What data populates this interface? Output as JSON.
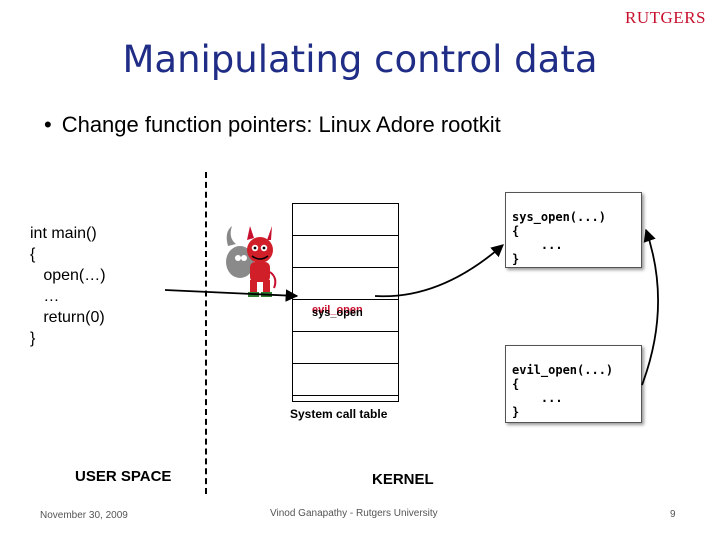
{
  "logo": "RUTGERS",
  "title": "Manipulating control data",
  "bullet": "Change function pointers: Linux Adore rootkit",
  "main_code": "int main()\n{\n   open(…)\n   …\n   return(0)\n}",
  "sys_open_box": "sys_open(...)\n{\n    ...\n}",
  "evil_open_box": "evil_open(...)\n{\n    ...\n}",
  "syscall_table": {
    "old_entry": "evil_open",
    "new_entry": "sys_open",
    "label": "System call table"
  },
  "user_space_label": "USER SPACE",
  "kernel_label": "KERNEL",
  "footer": {
    "date": "November 30, 2009",
    "author": "Vinod Ganapathy - Rutgers University",
    "page": "9"
  },
  "colors": {
    "title": "#1f2d86",
    "accent": "#c8102e"
  },
  "icons": [
    "devil-mascot-icon"
  ]
}
